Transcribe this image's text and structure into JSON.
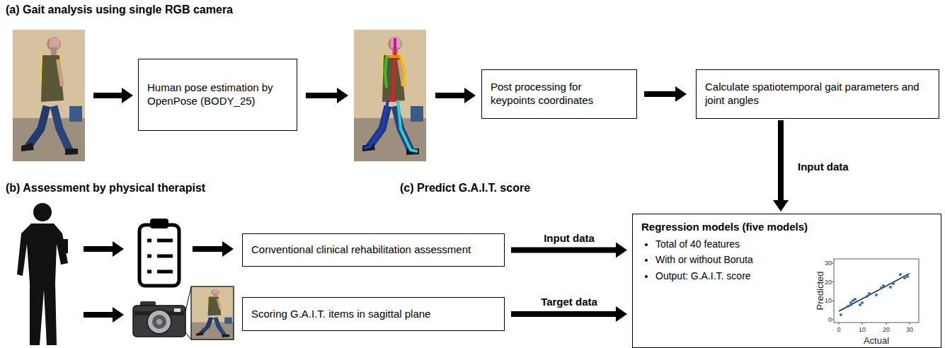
{
  "diagram": {
    "nodes": [
      {
        "text": [
          "Human pose estimation by OpenPose (BODY_25)"
        ]
      },
      {
        "text": [
          "Post processing for keypoints coordinates"
        ]
      },
      {
        "text": [
          "Calculate spatiotemporal gait parameters and joint angles"
        ]
      },
      {
        "text": [
          "Conventional clinical rehabilitation assessment"
        ]
      },
      {
        "text": [
          "Scoring G.A.I.T. items in sagittal plane"
        ]
      },
      {
        "text": [
          "Regression models (five models)",
          "Total of 40 features",
          "With or without Boruta",
          "Output: G.A.I.T. score"
        ]
      }
    ],
    "edges": [
      {
        "from": 2,
        "to": 5,
        "label": "Input data",
        "arrow": "to"
      },
      {
        "from": 3,
        "to": 5,
        "label": "Input data",
        "arrow": "to"
      },
      {
        "from": 4,
        "to": 5,
        "label": "Target data",
        "arrow": "to"
      }
    ],
    "labels": [
      "(a) Gait analysis using single RGB camera",
      "(b) Assessment by physical therapist",
      "(c) Predict G.A.I.T. score",
      "30",
      "20",
      "10",
      "0",
      "0",
      "10",
      "20",
      "30",
      "Predicted",
      "Actual"
    ]
  }
}
